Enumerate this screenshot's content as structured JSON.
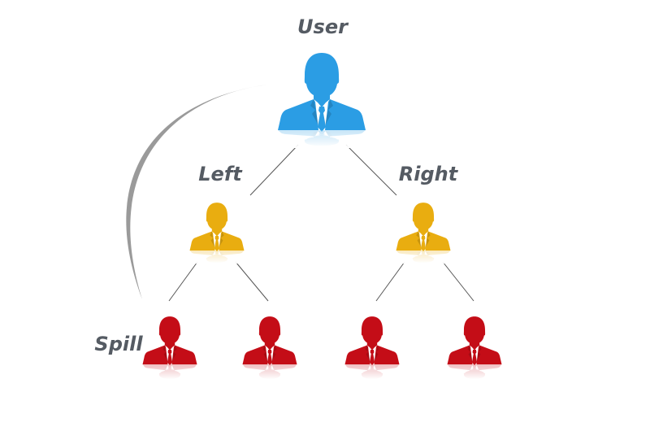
{
  "labels": {
    "top": "User",
    "left": "Left",
    "right": "Right",
    "spill": "Spill"
  },
  "colors": {
    "top": "#2b9de4",
    "level2": "#e9ad10",
    "level3": "#c40d17",
    "connector": "#555555",
    "arc": "#9a9a9a",
    "label": "#555b63"
  },
  "nodes": [
    {
      "id": "user",
      "level": 1,
      "icon": "person-icon"
    },
    {
      "id": "left",
      "level": 2,
      "icon": "person-icon"
    },
    {
      "id": "right",
      "level": 2,
      "icon": "person-icon"
    },
    {
      "id": "left-left",
      "level": 3,
      "icon": "person-icon"
    },
    {
      "id": "left-right",
      "level": 3,
      "icon": "person-icon"
    },
    {
      "id": "right-left",
      "level": 3,
      "icon": "person-icon"
    },
    {
      "id": "right-right",
      "level": 3,
      "icon": "person-icon"
    }
  ]
}
